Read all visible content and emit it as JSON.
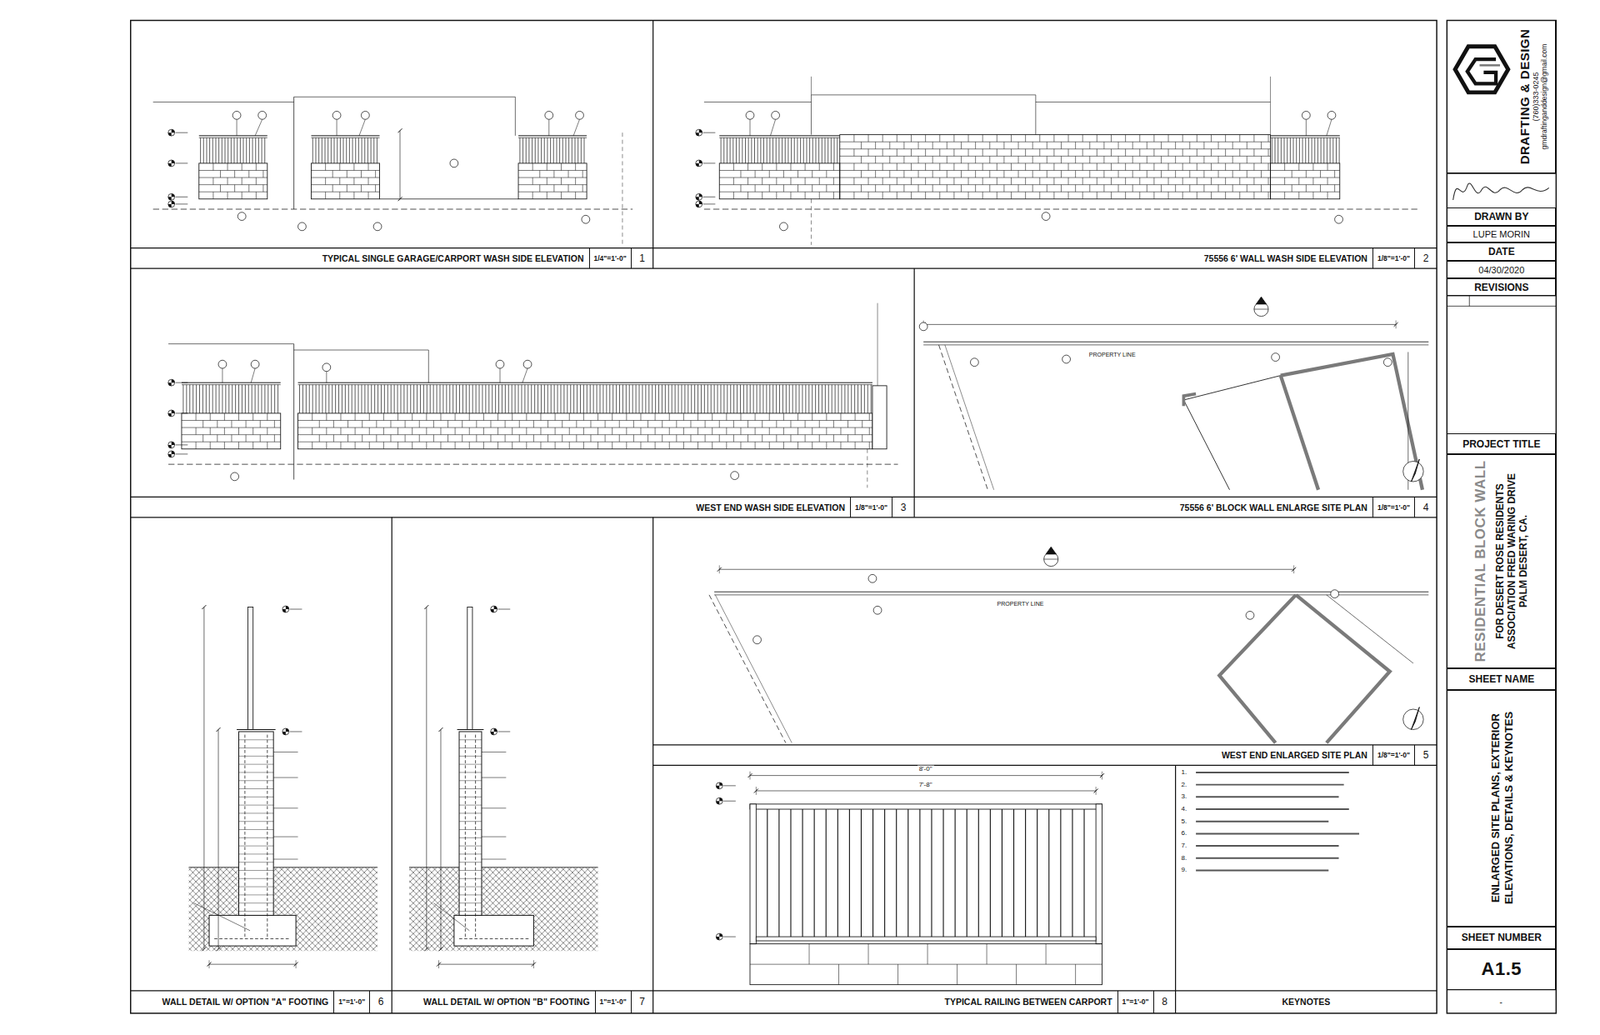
{
  "diagram": {
    "nodes": [
      {
        "text": [
          "TYPICAL SINGLE GARAGE/CARPORT WASH SIDE ELEVATION",
          "1/4\"=1'-0\"",
          "1"
        ]
      },
      {
        "text": [
          "75556 6' WALL WASH SIDE ELEVATION",
          "1/8\"=1'-0\"",
          "2"
        ]
      },
      {
        "text": [
          "WEST END WASH SIDE ELEVATION",
          "1/8\"=1'-0\"",
          "3"
        ]
      },
      {
        "text": [
          "75556 6' BLOCK WALL ENLARGE SITE PLAN",
          "1/8\"=1'-0\"",
          "4"
        ]
      },
      {
        "text": [
          "WEST END ENLARGED SITE PLAN",
          "1/8\"=1'-0\"",
          "5"
        ]
      },
      {
        "text": [
          "WALL DETAIL W/ OPTION \"A\" FOOTING",
          "1\"=1'-0\"",
          "6"
        ]
      },
      {
        "text": [
          "WALL DETAIL W/ OPTION \"B\" FOOTING",
          "1\"=1'-0\"",
          "7"
        ]
      },
      {
        "text": [
          "TYPICAL RAILING BETWEEN CARPORT",
          "1\"=1'-0\"",
          "8"
        ]
      },
      {
        "text": [
          "KEYNOTES"
        ]
      },
      {
        "text": [
          "DRAFTING & DESIGN",
          "(760)333-0245",
          "gmdraftinganddesign@gmail.com"
        ]
      },
      {
        "text": [
          "DRAWN BY"
        ]
      },
      {
        "text": [
          "LUPE MORIN"
        ]
      },
      {
        "text": [
          "DATE"
        ]
      },
      {
        "text": [
          "04/30/2020"
        ]
      },
      {
        "text": [
          "REVISIONS"
        ]
      },
      {
        "text": [
          "PROJECT TITLE"
        ]
      },
      {
        "text": [
          "RESIDENTIAL BLOCK WALL",
          "FOR DESERT ROSE RESIDENTS ASSOCIATION FRED WARING DRIVE PALM DESERT, CA."
        ]
      },
      {
        "text": [
          "SHEET NAME"
        ]
      },
      {
        "text": [
          "ENLARGED SITE PLANS, EXTERIOR ELEVATIONS, DETAILS & KEYNOTES"
        ]
      },
      {
        "text": [
          "SHEET NUMBER"
        ]
      },
      {
        "text": [
          "A1.5"
        ]
      }
    ],
    "labels": [
      "1.",
      "2.",
      "3.",
      "4.",
      "5.",
      "6.",
      "7.",
      "8.",
      "9.",
      "PROPERTY LINE",
      "PROPERTY LINE",
      "8'-0\"",
      "7'-8\"",
      "-"
    ]
  }
}
